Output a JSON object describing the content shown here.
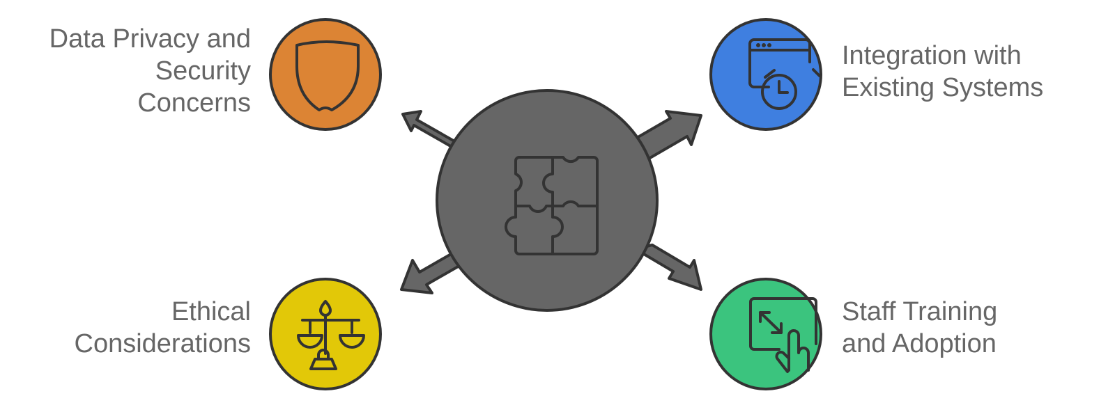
{
  "diagram": {
    "type": "radial-mind-map",
    "center": {
      "icon": "puzzle-icon",
      "fill": "#666666",
      "stroke": "#333333"
    },
    "nodes": [
      {
        "id": "data-privacy",
        "position": "top-left",
        "lines": [
          "Data Privacy and",
          "Security",
          "Concerns"
        ],
        "icon": "shield-icon",
        "color": "#DC8434"
      },
      {
        "id": "integration",
        "position": "top-right",
        "lines": [
          "Integration with",
          "Existing Systems"
        ],
        "icon": "browser-clock-icon",
        "color": "#3F7FE0"
      },
      {
        "id": "ethical",
        "position": "bottom-left",
        "lines": [
          "Ethical",
          "Considerations"
        ],
        "icon": "scales-icon",
        "color": "#E2C808"
      },
      {
        "id": "staff-training",
        "position": "bottom-right",
        "lines": [
          "Staff Training",
          "and Adoption"
        ],
        "icon": "resize-touch-icon",
        "color": "#3BC47E"
      }
    ],
    "text_color": "#666666",
    "arrow_fill": "#666666",
    "stroke_color": "#333333"
  }
}
